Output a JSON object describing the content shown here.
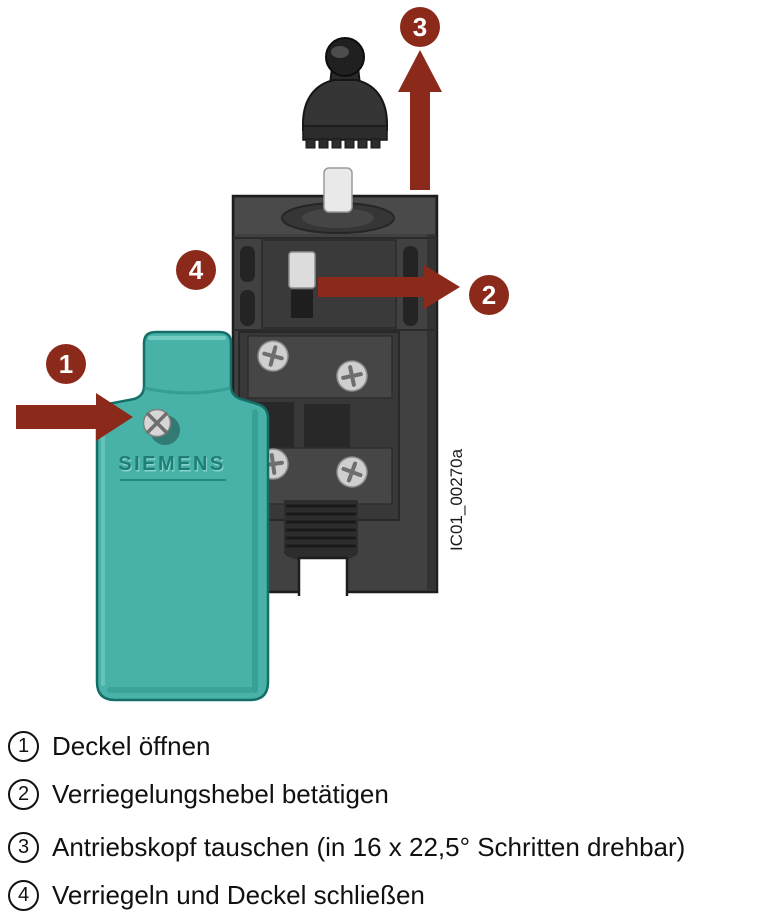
{
  "figure": {
    "brand_label": "SIEMENS",
    "figure_id": "IC01_00270a",
    "callouts": {
      "step1": "1",
      "step2": "2",
      "step3": "3",
      "step4": "4"
    }
  },
  "legend": {
    "items": [
      {
        "num": "1",
        "text": "Deckel öffnen"
      },
      {
        "num": "2",
        "text": "Verriegelungshebel betätigen"
      },
      {
        "num": "3",
        "text": "Antriebskopf tauschen (in 16 x 22,5° Schritten drehbar)"
      },
      {
        "num": "4",
        "text": "Verriegeln und Deckel schließen"
      }
    ]
  },
  "colors": {
    "accent_arrow": "#8b2a1a",
    "cover_teal": "#48b2a8",
    "body_gray": "#414141",
    "callout_text": "#ffffff"
  }
}
